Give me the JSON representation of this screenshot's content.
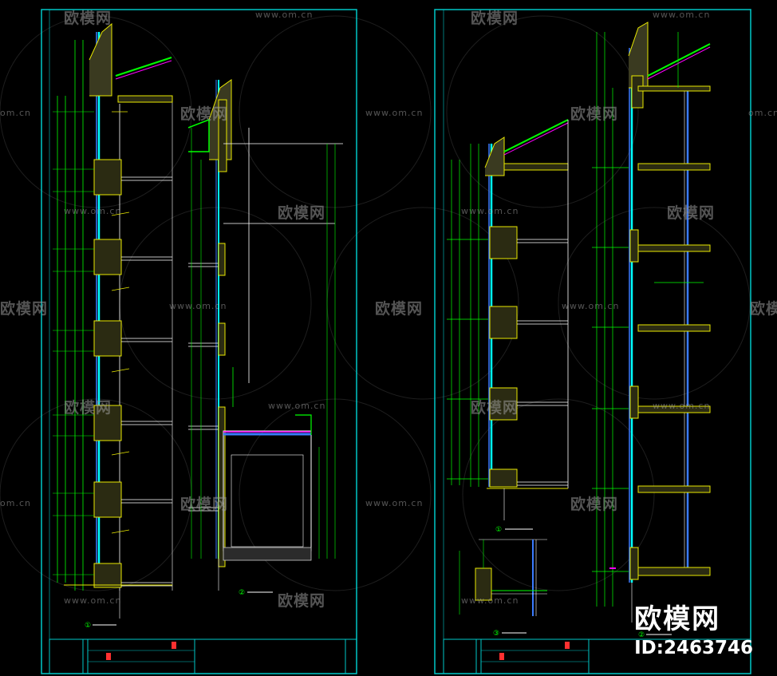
{
  "watermark": {
    "logo_text": "欧模网",
    "url_text": "www.om.cn",
    "partial_url": "om.cn"
  },
  "brand": {
    "name": "欧模网",
    "id": "ID:2463746"
  },
  "drawings": {
    "left_sheet": {
      "detail_labels": [
        "①",
        "②"
      ]
    },
    "right_sheet": {
      "detail_labels": [
        "①",
        "②",
        "③"
      ]
    }
  },
  "colors": {
    "background": "#000000",
    "frame": "#00c8c8",
    "green": "#00ff00",
    "yellow": "#e8e800",
    "blue": "#3a7bff",
    "magenta": "#ff00ff",
    "red": "#ff3030",
    "white": "#ffffff"
  }
}
